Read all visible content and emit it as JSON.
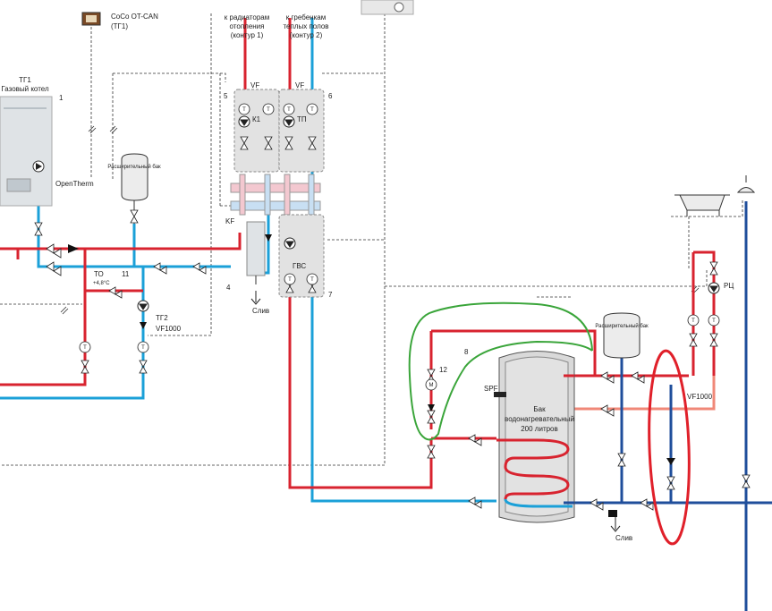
{
  "colors": {
    "hot": "#d8232f",
    "cold": "#1ba0d8",
    "return_blue": "#1f4e9b",
    "warm": "#f08878",
    "annotation_red": "#e0202a",
    "annotation_green": "#3aa53a",
    "dashed": "#333333",
    "boiler_fill": "#dfe3e6",
    "tank_fill": "#d9d9d9",
    "module_fill": "#e2e2e2",
    "expansion_fill": "#ececec"
  },
  "labels": {
    "coco": "CoCo OT-CAN",
    "coco_sub": "(ТГ1)",
    "tg1": "ТГ1",
    "gas_boiler": "Газовый котел",
    "num1": "1",
    "openterm": "OpenTherm",
    "radiators_1": "к радиаторам",
    "radiators_2": "отопления",
    "radiators_3": "(контур 1)",
    "floor_1": "к гребенкам",
    "floor_2": "теплых полов",
    "floor_3": "(контур 2)",
    "vf_a": "VF",
    "vf_b": "VF",
    "num5": "5",
    "num6": "6",
    "k1": "К1",
    "tp": "ТП",
    "expansion_1": "Расширительный бак",
    "expansion_2": "Расширительный бак",
    "kf": "KF",
    "gvs": "ГВС",
    "num7": "7",
    "num4": "4",
    "drain_1": "Слив",
    "drain_2": "Слив",
    "to": "ТО",
    "to_temp": "+4,8°С",
    "num11": "11",
    "tg2": "ТГ2",
    "vf1000_a": "VF1000",
    "vf1000_b": "VF1000",
    "num8": "8",
    "num12": "12",
    "spf": "SPF",
    "tank_1": "Бак",
    "tank_2": "водонагревательный",
    "tank_3": "200 литров",
    "rc": "РЦ",
    "t": "T",
    "m": "M"
  }
}
